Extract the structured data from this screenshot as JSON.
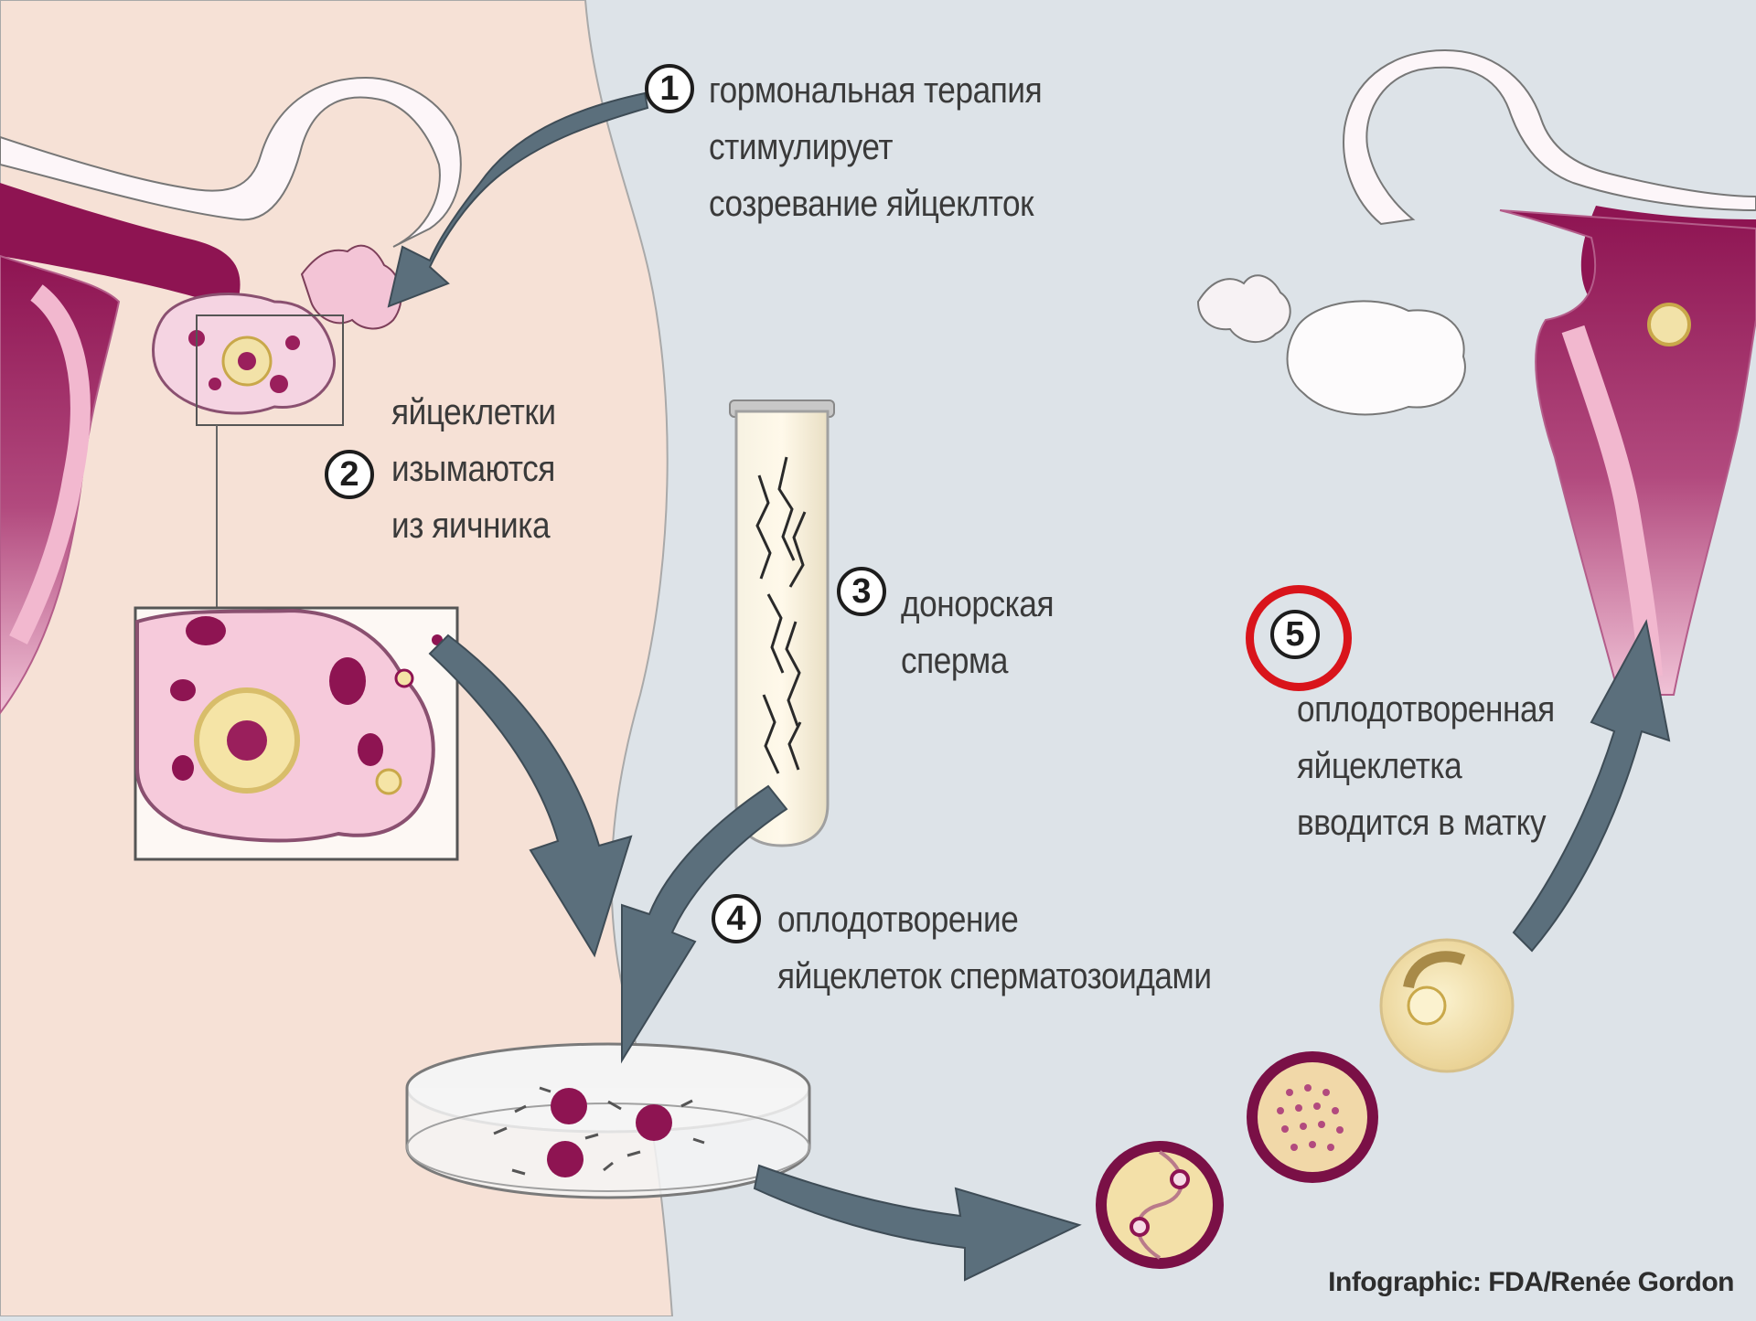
{
  "steps": [
    {
      "number": "1",
      "lines": [
        "гормональная терапия",
        "стимулирует",
        "созревание яйцеклток"
      ]
    },
    {
      "number": "2",
      "lines": [
        "яйцеклетки",
        "изымаются",
        "из яичника"
      ]
    },
    {
      "number": "3",
      "lines": [
        "донорская",
        "сперма"
      ]
    },
    {
      "number": "4",
      "lines": [
        "оплодотворение",
        "яйцеклеток сперматозоидами"
      ]
    },
    {
      "number": "5",
      "lines": [
        "оплодотворенная",
        "яйцеклетка",
        "вводится в матку"
      ]
    }
  ],
  "credit": "Infographic: FDA/Renée Gordon",
  "colors": {
    "background": "#dde3e8",
    "body": "#f6e1d6",
    "uterus": "#8e1452",
    "uterus_light": "#e8a6c2",
    "arrow": "#5b6f7c",
    "highlight": "#d9141b",
    "egg": "#f2e2a8"
  }
}
